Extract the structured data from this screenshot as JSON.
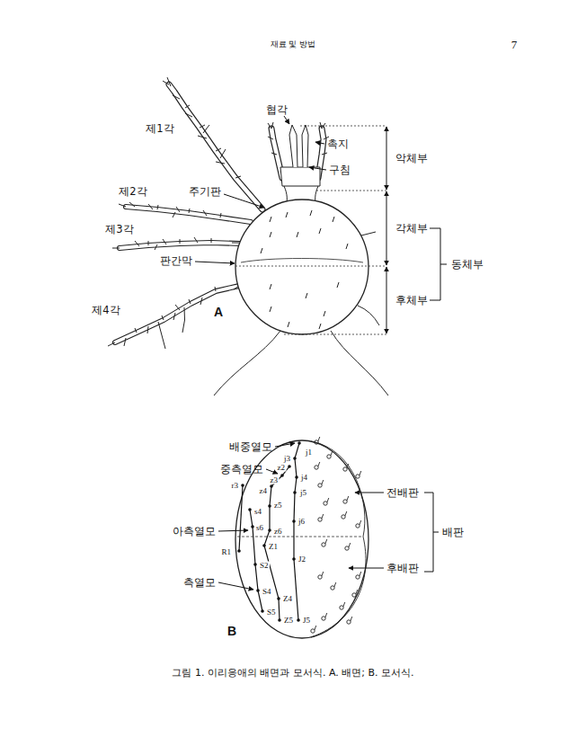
{
  "diagram": {
    "caption": "그림 1. 이리응애의 배면과 모서식.  A. 배면; B. 모서식.",
    "labels": [
      "재료 및 방법",
      "7",
      "협각",
      "촉지",
      "구침",
      "악체부",
      "제1각",
      "제2각",
      "주기판",
      "각체부",
      "동체부",
      "제3각",
      "판간막",
      "후체부",
      "제4각",
      "A",
      "배중열모",
      "j1",
      "중측열모",
      "j3",
      "z2",
      "z3",
      "j4",
      "r3",
      "z4",
      "j5",
      "전배판",
      "z5",
      "s4",
      "s6",
      "z6",
      "j6",
      "아측열모",
      "배판",
      "R1",
      "Z1",
      "J2",
      "후배판",
      "S2",
      "측열모",
      "S4",
      "Z4",
      "S5",
      "Z5",
      "J5",
      "B"
    ]
  }
}
